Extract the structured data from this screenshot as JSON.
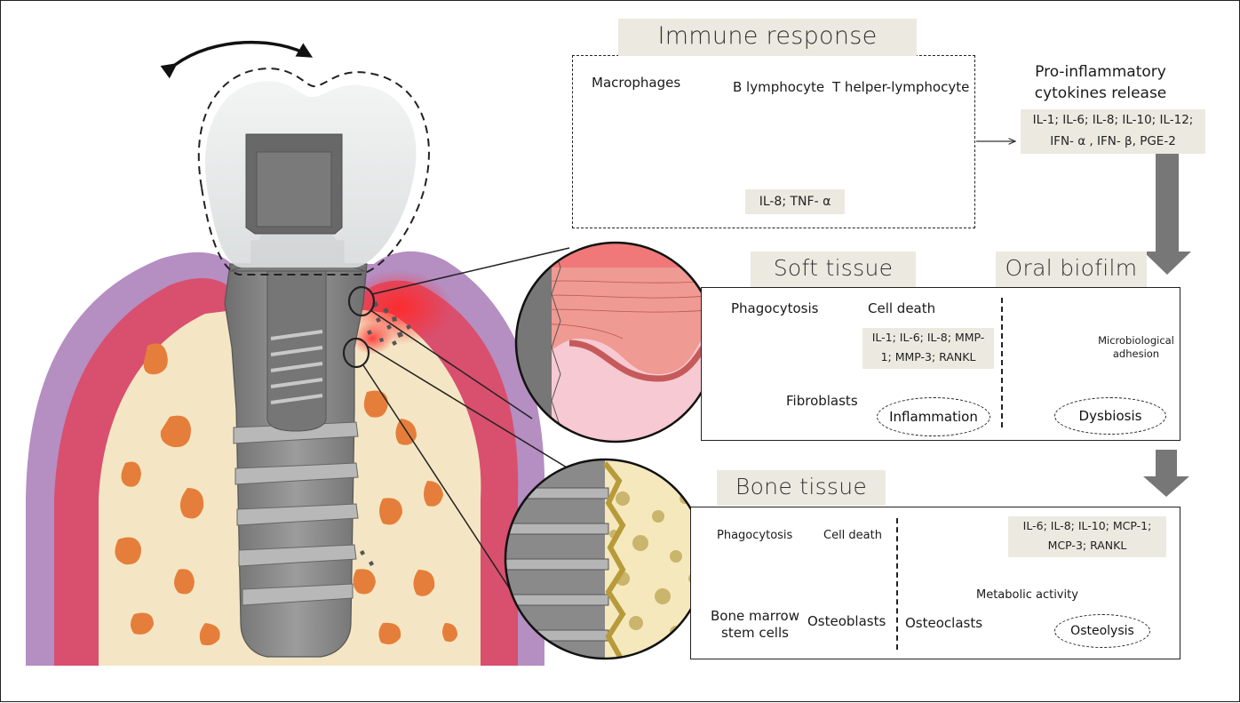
{
  "immune": {
    "title": "Immune response",
    "macrophages": "Macrophages",
    "b_lymphocyte": "B lymphocyte",
    "t_helper": "T helper-lymphocyte",
    "tag": "IL-8; TNF- α"
  },
  "cytokines": {
    "title_line1": "Pro-inflammatory",
    "title_line2": "cytokines release",
    "list_line1": "IL-1; IL-6; IL-8; IL-10; IL-12;",
    "list_line2": "IFN- α , IFN- β, PGE-2"
  },
  "soft_tissue": {
    "title": "Soft tissue",
    "phagocytosis": "Phagocytosis",
    "cell_death": "Cell death",
    "fibroblasts": "Fibroblasts",
    "tag_line1": "IL-1; IL-6; IL-8; MMP-",
    "tag_line2": "1; MMP-3; RANKL",
    "outcome": "Inflammation"
  },
  "oral_biofilm": {
    "title": "Oral biofilm",
    "adhesion_line1": "Microbiological",
    "adhesion_line2": "adhesion",
    "outcome": "Dysbiosis"
  },
  "bone_tissue": {
    "title": "Bone tissue",
    "phagocytosis": "Phagocytosis",
    "cell_death": "Cell death",
    "bmsc_line1": "Bone marrow",
    "bmsc_line2": "stem cells",
    "osteoblasts": "Osteoblasts",
    "osteoclasts": "Osteoclasts",
    "metabolic": "Metabolic activity",
    "tag_line1": "IL-6; IL-8; IL-10; MCP-1;",
    "tag_line2": "MCP-3; RANKL",
    "outcome": "Osteolysis"
  },
  "colors": {
    "gingiva_outer": "#b58ec2",
    "gingiva_inner": "#d94f6e",
    "bone": "#f4e6c4",
    "bone_spot": "#e57e3a",
    "implant": "#8a8a8a",
    "inflammation": "#ff3b3b",
    "tag_bg": "#eceae0",
    "arrow_big": "#777777"
  }
}
